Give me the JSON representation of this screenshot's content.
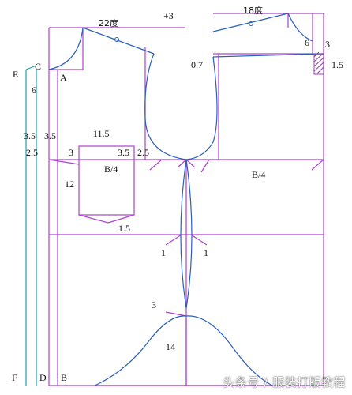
{
  "colors": {
    "frame": "#b040d0",
    "curve": "#2a5fbf",
    "hatch": "#9040b0",
    "text": "#111111"
  },
  "labels": {
    "shoulder_angle_front": "22度",
    "shoulder_angle_back": "18度",
    "plus3": "+3",
    "point_c": "C",
    "point_a": "A",
    "point_e": "E",
    "point_f": "F",
    "point_d": "D",
    "point_b": "B",
    "m_6_left": "6",
    "m_0_7": "0.7",
    "m_6_right": "6",
    "m_3_right": "3",
    "m_1_5_right": "1.5",
    "m_3_5_a": "3.5",
    "m_3_5_b": "3.5",
    "m_2_5_left": "2.5",
    "m_11_5": "11.5",
    "m_3_pocket": "3",
    "m_3_5_pocket": "3.5",
    "m_2_5_pocket": "2.5",
    "bust_front": "B/4",
    "bust_back": "B/4",
    "m_12": "12",
    "m_1_5_pocket": "1.5",
    "m_1_left": "1",
    "m_1_right": "1",
    "m_3_hem": "3",
    "m_14": "14"
  },
  "watermark": "头条号 / 服装打版教程"
}
